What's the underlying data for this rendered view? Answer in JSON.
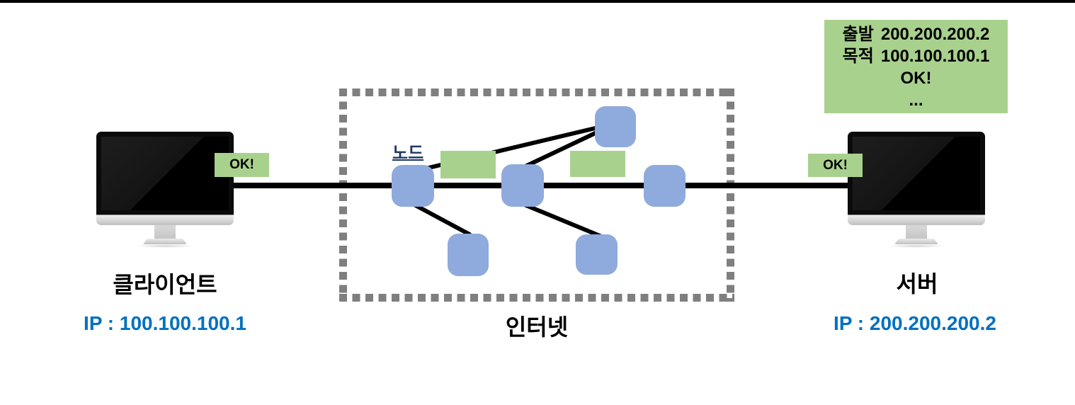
{
  "client": {
    "name_label": "클라이언트",
    "ip_label": "IP : 100.100.100.1",
    "ok_badge": "OK!"
  },
  "server": {
    "name_label": "서버",
    "ip_label": "IP : 200.200.200.2",
    "ok_badge": "OK!"
  },
  "internet": {
    "label": "인터넷",
    "node_label": "노드",
    "node_count": 6,
    "transit_packet_count": 2
  },
  "response_packet": {
    "source_label": "출발",
    "source_value": "200.200.200.2",
    "dest_label": "목적",
    "dest_value": "100.100.100.1",
    "status": "OK!",
    "ellipsis": "..."
  },
  "colors": {
    "node_fill": "#8FAADC",
    "packet_fill": "#A9D18E",
    "ip_text": "#0070C0",
    "node_label_text": "#1F3864",
    "dash_border": "#7F7F7F",
    "line": "#000000",
    "top_bar": "#000000"
  }
}
